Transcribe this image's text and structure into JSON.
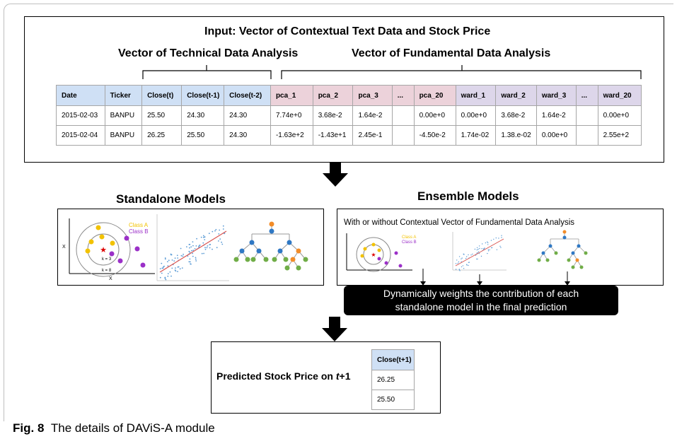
{
  "input_box": {
    "title": "Input: Vector of Contextual Text Data and Stock Price"
  },
  "technical_label": "Vector of Technical Data Analysis",
  "fundamental_label": "Vector of Fundamental Data Analysis",
  "table": {
    "headers": [
      "Date",
      "Ticker",
      "Close(t)",
      "Close(t-1)",
      "Close(t-2)",
      "pca_1",
      "pca_2",
      "pca_3",
      "...",
      "pca_20",
      "ward_1",
      "ward_2",
      "ward_3",
      "...",
      "ward_20"
    ],
    "rows": [
      [
        "2015-02-03",
        "BANPU",
        "25.50",
        "24.30",
        "24.30",
        "7.74e+0",
        "3.68e-2",
        "1.64e-2",
        "",
        "0.00e+0",
        "0.00e+0",
        "3.68e-2",
        "1.64e-2",
        "",
        "0.00e+0"
      ],
      [
        "2015-02-04",
        "BANPU",
        "26.25",
        "25.50",
        "24.30",
        "-1.63e+2",
        "-1.43e+1",
        "2.45e-1",
        "",
        "-4.50e-2",
        "1.74e-02",
        "1.38.e-02",
        "0.00e+0",
        "",
        "2.55e+2"
      ]
    ]
  },
  "standalone": {
    "title": "Standalone Models",
    "class_a": "Class A",
    "class_b": "Class B",
    "k3": "k = 3",
    "k8": "k = 8",
    "x1": "X",
    "x2": "X"
  },
  "ensemble": {
    "title": "Ensemble Models",
    "subtitle": "With or without Contextual Vector of Fundamental Data Analysis",
    "weight_text_1": "Dynamically weights the contribution of each",
    "weight_text_2": "standalone model in the final prediction"
  },
  "prediction": {
    "label": "Predicted Stock Price on ",
    "label_var": "t",
    "label_suffix": "+1",
    "header": "Close(t+1)",
    "values": [
      "26.25",
      "25.50"
    ]
  },
  "caption": {
    "fig": "Fig. 8",
    "text": "The details of DAViS-A module"
  },
  "colors": {
    "class_a": "#f2c200",
    "class_b": "#9b30c8",
    "tree_blue": "#2f78c4",
    "tree_orange": "#f28c28",
    "tree_green": "#70ad47",
    "regression_line": "#d9534f",
    "scatter": "#5b9bd5"
  }
}
